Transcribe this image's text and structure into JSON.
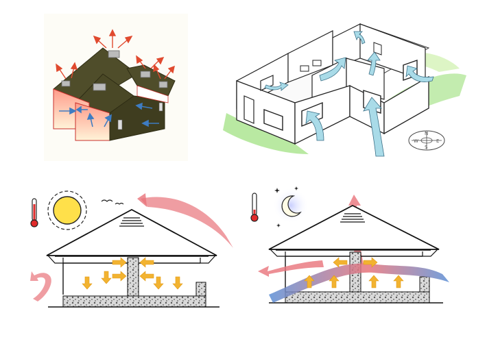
{
  "panels": [
    {
      "id": "stack-effect-roof-vents",
      "label": ""
    },
    {
      "id": "cross-ventilation-plan",
      "label": ""
    },
    {
      "id": "daytime-section",
      "label": ""
    },
    {
      "id": "nighttime-section",
      "label": ""
    }
  ],
  "compass": {
    "letters": [
      "N",
      "E",
      "S",
      "W"
    ]
  },
  "colors": {
    "hot_air": "#e8737a",
    "cool_air": "#5b8fd6",
    "fresh_air": "#a9dbe8",
    "heat_arrow": "#f2b331",
    "sun": "#ffe04a",
    "moon_glow": "#aab4ff",
    "roof": "#4f4d2a",
    "exhaust_arrow": "#e04a2f",
    "inflow_arrow": "#3e7cc2",
    "grass": "#9be07a"
  },
  "icons": [
    "thermometer-icon",
    "sun-icon",
    "moon-icon",
    "star-icon",
    "bird-icon",
    "compass-icon"
  ]
}
